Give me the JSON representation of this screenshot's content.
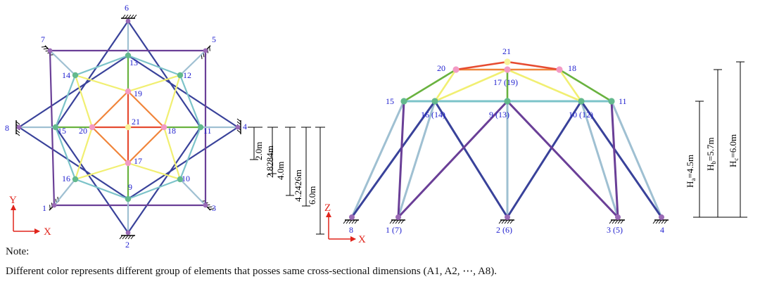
{
  "colors": {
    "A1": "#39429a",
    "A2": "#6a3f97",
    "A3": "#9fc0d2",
    "A4": "#7cc3c9",
    "A5": "#f1ef72",
    "A6": "#69b23f",
    "A7": "#e64b31",
    "A8": "#f0853b",
    "node_green": "#63b98d",
    "node_pink": "#f39ac4",
    "node_yellow": "#f8f399",
    "node_purple": "#9a6ab6",
    "label": "#1f1fcf",
    "axis": "#e0241b"
  },
  "plan": {
    "node_labels": [
      "1",
      "2",
      "3",
      "4",
      "5",
      "6",
      "7",
      "8",
      "9",
      "10",
      "11",
      "12",
      "13",
      "14",
      "15",
      "16",
      "17",
      "18",
      "19",
      "20",
      "21"
    ],
    "axis_y": "Y",
    "axis_x": "X",
    "dims": [
      "2.0m",
      "2.8284m",
      "4.0m",
      "4.2426m",
      "6.0m"
    ]
  },
  "elevation": {
    "node_labels": {
      "n21": "21",
      "n20": "20",
      "n18": "18",
      "n17": "17 (19)",
      "n15": "15",
      "n11": "11",
      "n16": "16 (14)",
      "n9": "9 (13)",
      "n10": "10 (12)",
      "s8": "8",
      "s1": "1 (7)",
      "s2": "2 (6)",
      "s3": "3 (5)",
      "s4": "4"
    },
    "axis_z": "Z",
    "axis_x": "X",
    "heights": {
      "a_main": "H",
      "a_sub": "a",
      "a_val": "=4.5m",
      "b_main": "H",
      "b_sub": "b",
      "b_val": "=5.7m",
      "c_main": "H",
      "c_sub": "c",
      "c_val": "=6.0m"
    }
  },
  "note": {
    "title": "Note:",
    "text": "Different color represents different group of elements that posses same cross-sectional dimensions (A1, A2, ⋯, A8)."
  }
}
